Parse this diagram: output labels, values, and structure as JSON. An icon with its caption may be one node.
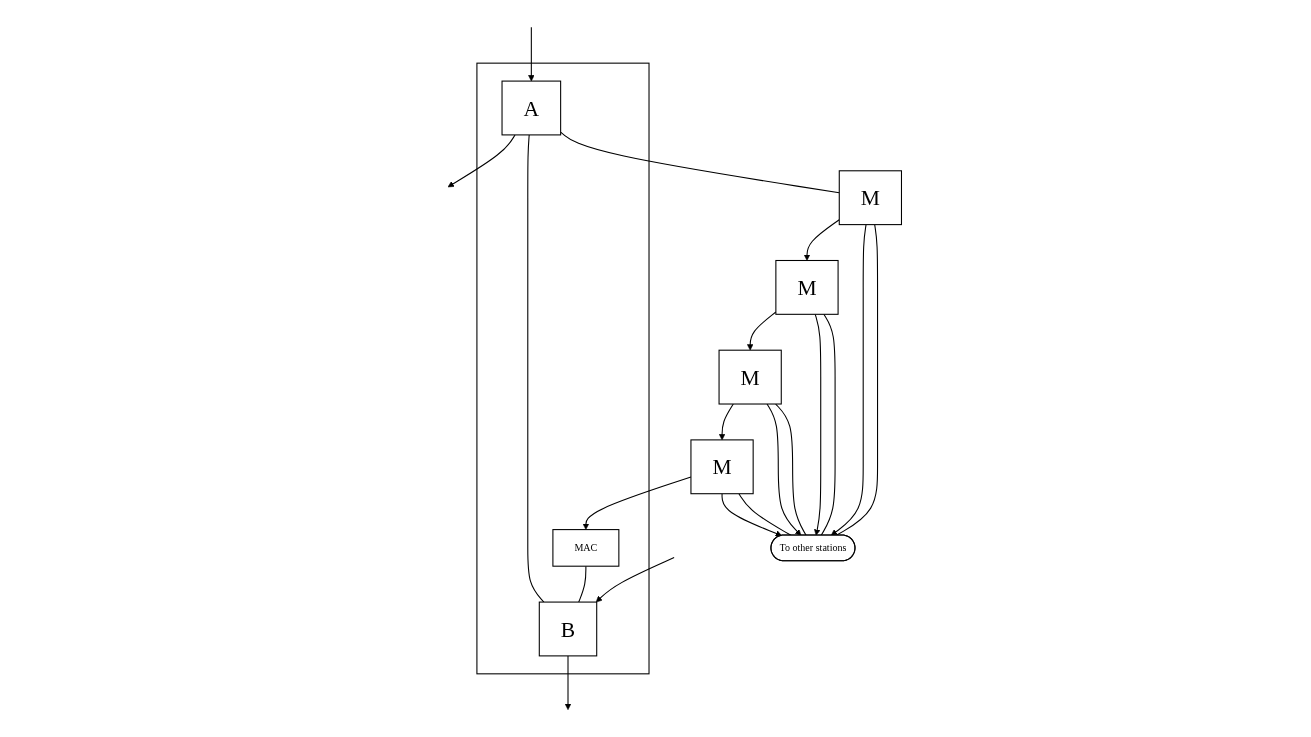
{
  "diagram": {
    "nodes": [
      {
        "text": [],
        "shape": "box"
      },
      {
        "text": [
          "A"
        ],
        "in": 0
      },
      {
        "text": [
          "B"
        ],
        "in": 0
      },
      {
        "text": [
          "MAC"
        ],
        "in": 0
      },
      {
        "text": [
          "M"
        ]
      },
      {
        "text": [
          "M"
        ]
      },
      {
        "text": [
          "M"
        ]
      },
      {
        "text": [
          "M"
        ]
      },
      {
        "text": [
          "To other stations"
        ]
      }
    ],
    "edges": [
      {
        "from": 1,
        "to": null,
        "arrow": "to"
      },
      {
        "from": null,
        "to": 1,
        "arrow": "to"
      },
      {
        "from": null,
        "to": 2,
        "arrow": "to"
      },
      {
        "from": 2,
        "to": null,
        "arrow": "to"
      },
      {
        "from": 1,
        "to": 2,
        "arrow": "none"
      },
      {
        "from": 1,
        "to": 4,
        "arrow": "none"
      },
      {
        "from": 4,
        "to": 5,
        "arrow": "to"
      },
      {
        "from": 5,
        "to": 6,
        "arrow": "to"
      },
      {
        "from": 6,
        "to": 7,
        "arrow": "to"
      },
      {
        "from": 7,
        "to": 3,
        "arrow": "to"
      },
      {
        "from": 3,
        "to": 2,
        "arrow": "none"
      },
      {
        "from": 4,
        "to": 8,
        "arrow": "to"
      },
      {
        "from": 8,
        "to": 4,
        "arrow": "none"
      },
      {
        "from": 5,
        "to": 8,
        "arrow": "to"
      },
      {
        "from": 8,
        "to": 5,
        "arrow": "none"
      },
      {
        "from": 6,
        "to": 8,
        "arrow": "to"
      },
      {
        "from": 8,
        "to": 6,
        "arrow": "none"
      },
      {
        "from": 7,
        "to": 8,
        "arrow": "to"
      },
      {
        "from": 8,
        "to": 7,
        "arrow": "none"
      }
    ]
  }
}
